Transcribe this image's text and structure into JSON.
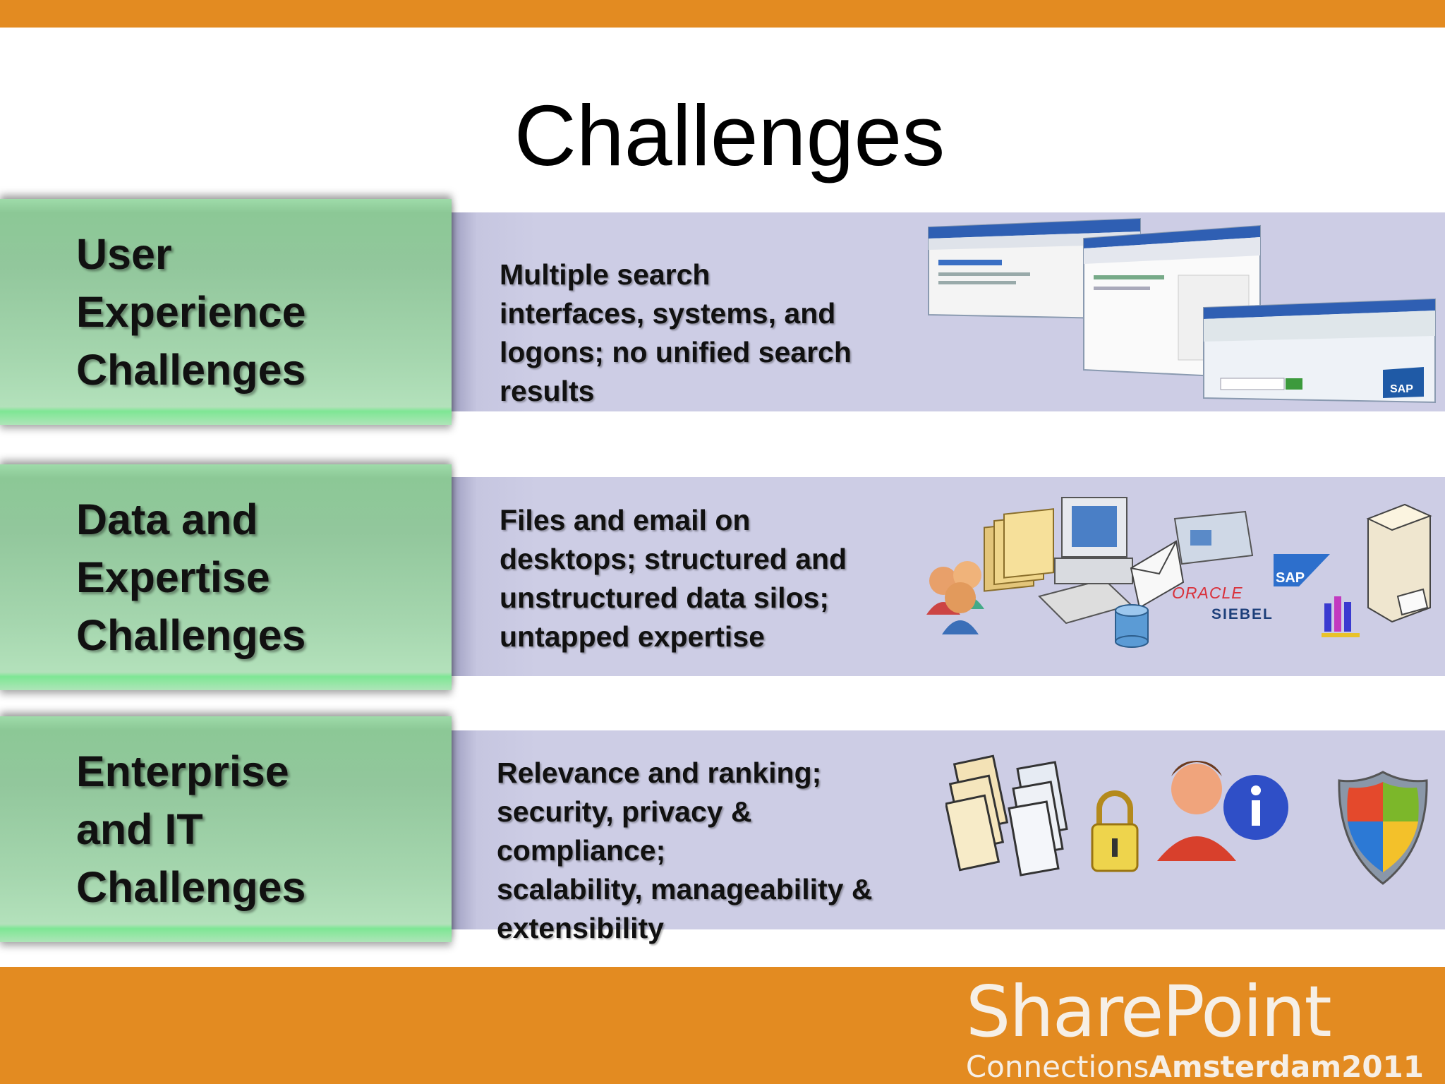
{
  "slide": {
    "title": "Challenges"
  },
  "rows": [
    {
      "label": "User\nExperience\nChallenges",
      "description": "Multiple search\ninterfaces, systems, and\nlogons; no unified search\nresults",
      "icons": [
        "browser-window-icon",
        "browser-window-icon",
        "browser-window-icon",
        "sap-logo-icon"
      ]
    },
    {
      "label": "Data and\nExpertise\nChallenges",
      "description": "Files and email on\ndesktops; structured and\nunstructured data silos;\nuntapped expertise",
      "icons": [
        "people-group-icon",
        "folders-icon",
        "desktop-computer-icon",
        "envelope-icon",
        "database-icon",
        "website-card-icon",
        "oracle-logo",
        "siebel-logo",
        "sap-logo-icon",
        "people-chart-icon",
        "server-icon"
      ],
      "logos": {
        "oracle": "ORACLE",
        "siebel": "SIEBEL",
        "sap": "SAP"
      }
    },
    {
      "label": "Enterprise\nand IT\nChallenges",
      "description": "Relevance and ranking;\nsecurity, privacy &\ncompliance;\nscalability, manageability &\nextensibility",
      "icons": [
        "document-stack-icon",
        "document-stack-icon",
        "padlock-icon",
        "user-info-icon",
        "security-shield-icon"
      ]
    }
  ],
  "branding": {
    "product": "SharePoint",
    "sub_light": "Connections",
    "sub_bold": "Amsterdam2011"
  },
  "colors": {
    "accent_orange": "#e38b21",
    "label_green": "#a5d6ae",
    "panel_lavender": "#cdcde5"
  }
}
